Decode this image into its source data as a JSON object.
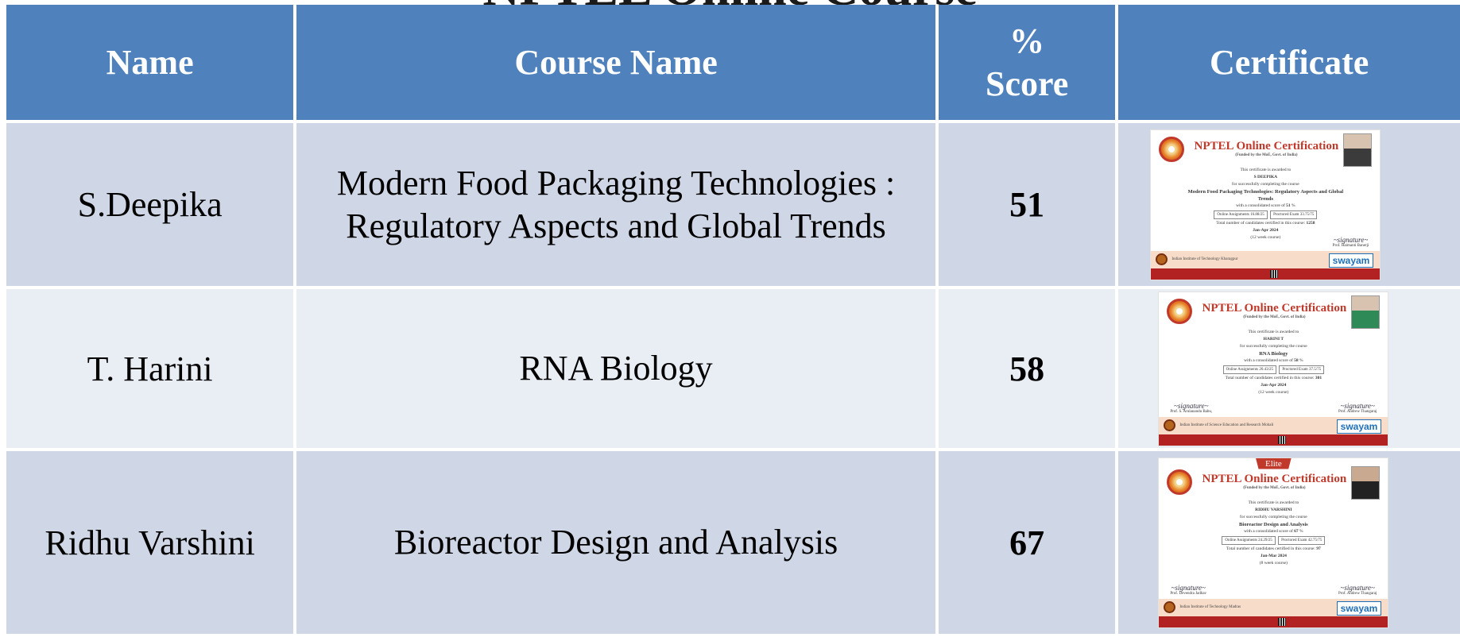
{
  "title": "NPTEL Online Course",
  "headers": {
    "name": "Name",
    "course": "Course Name",
    "score_line1": "%",
    "score_line2": "Score",
    "certificate": "Certificate"
  },
  "rows": [
    {
      "name": "S.Deepika",
      "course_line1": "Modern Food Packaging Technologies :",
      "course_line2": "Regulatory Aspects and Global Trends",
      "score": "51",
      "certificate": {
        "heading": "NPTEL Online Certification",
        "funded": "(Funded by the MoE, Govt. of India)",
        "awarded": "This certificate is awarded to",
        "student": "S DEEPIKA",
        "completing": "for successfully completing the course",
        "course": "Modern Food Packaging Technologies: Regulatory Aspects and Global Trends",
        "consolidated": "with a consolidated score of",
        "score": "51",
        "assignments": "Online Assignments",
        "assign_val": "16.88/25",
        "proctored": "Proctored Exam",
        "exam_val": "33.75/75",
        "total_text": "Total number of candidates certified in this course:",
        "total_val": "1258",
        "session": "Jan-Apr 2024",
        "duration": "(12 week course)",
        "signatory": "Prof. Haimanti Banerji",
        "institute": "Indian Institute of Technology Kharagpur",
        "platform": "swayam",
        "photo_color": "dark"
      }
    },
    {
      "name": "T. Harini",
      "course_line1": "RNA Biology",
      "course_line2": "",
      "score": "58",
      "certificate": {
        "heading": "NPTEL Online Certification",
        "funded": "(Funded by the MoE, Govt. of India)",
        "awarded": "This certificate is awarded to",
        "student": "HARINI T",
        "completing": "for successfully completing the course",
        "course": "RNA Biology",
        "consolidated": "with a consolidated score of",
        "score": "58",
        "assignments": "Online Assignments",
        "assign_val": "20.43/25",
        "proctored": "Proctored Exam",
        "exam_val": "37.5/75",
        "total_text": "Total number of candidates certified in this course:",
        "total_val": "301",
        "session": "Jan-Apr 2024",
        "duration": "(12 week course)",
        "signatory_left": "Prof. S. Arulanandu Babu,",
        "signatory": "Prof. Andrew Thangaraj",
        "institute": "Indian Institute of Science Education and Research Mohali",
        "platform": "swayam",
        "photo_color": "green"
      }
    },
    {
      "name": "Ridhu Varshini",
      "course_line1": "Bioreactor Design and Analysis",
      "course_line2": "",
      "score": "67",
      "certificate": {
        "badge": "Elite",
        "heading": "NPTEL Online Certification",
        "funded": "(Funded by the MoE, Govt. of India)",
        "awarded": "This certificate is awarded to",
        "student": "RIDHU VARSHINI",
        "completing": "for successfully completing the course",
        "course": "Bioreactor Design and Analysis",
        "consolidated": "with a consolidated score of",
        "score": "67",
        "assignments": "Online Assignments",
        "assign_val": "24.29/25",
        "proctored": "Proctored Exam",
        "exam_val": "42.75/75",
        "total_text": "Total number of candidates certified in this course:",
        "total_val": "97",
        "session": "Jan-Mar 2024",
        "duration": "(8 week course)",
        "signatory_left": "Prof. Devendra Jadhav",
        "signatory": "Prof. Andrew Thangaraj",
        "institute": "Indian Institute of Technology Madras",
        "platform": "swayam",
        "photo_color": "dark"
      }
    }
  ]
}
